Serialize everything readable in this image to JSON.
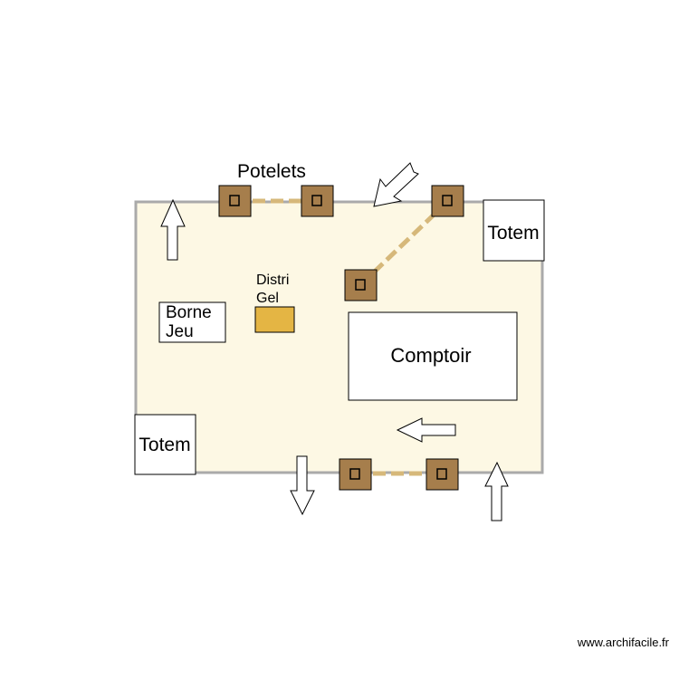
{
  "plan": {
    "labels": {
      "potelets": "Potelets",
      "totem_right": "Totem",
      "totem_left": "Totem",
      "distri_line1": "Distri",
      "distri_line2": "Gel",
      "borne_line1": "Borne",
      "borne_line2": "Jeu",
      "comptoir": "Comptoir"
    },
    "watermark": "www.archifacile.fr",
    "colors": {
      "room_fill": "#fdf8e4",
      "room_stroke": "#aaaaaa",
      "bollard": "#a67e4c",
      "chain": "#d6b87a",
      "gel": "#e4b544"
    },
    "icons": {
      "arrow": "entry-exit-arrow",
      "bollard": "bollard-icon"
    }
  }
}
